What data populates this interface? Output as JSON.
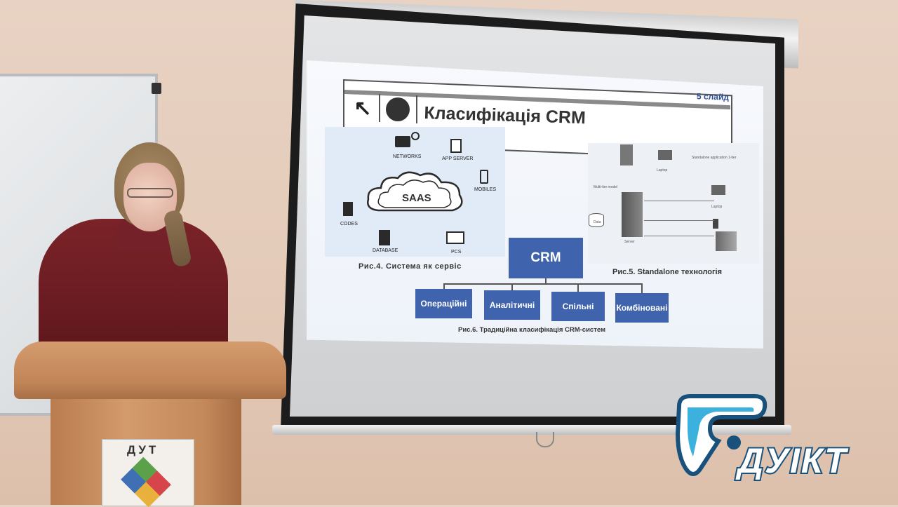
{
  "slide": {
    "title": "Класифікація CRM",
    "slide_number": "5 слайд",
    "nav_arrow": "↖"
  },
  "saas_diagram": {
    "cloud_label": "SAAS",
    "nodes": [
      "NETWORKS",
      "APP SERVER",
      "MOBILES",
      "PCS",
      "DATABASE",
      "CODES"
    ],
    "caption": "Рис.4. Система як сервіс"
  },
  "standalone_diagram": {
    "labels": [
      "Laptop",
      "Standalone application 1-tier",
      "Multi-tier model",
      "Laptop",
      "Data",
      "Server"
    ],
    "caption": "Рис.5. Standalone технологія"
  },
  "classification": {
    "root": "CRM",
    "children": [
      "Операційні",
      "Аналітичні",
      "Спільні",
      "Комбіновані"
    ],
    "caption": "Рис.6. Традиційна класифікація CRM-систем"
  },
  "podium_sign": {
    "text": "ДУТ"
  },
  "watermark": {
    "text": "ДУІКТ"
  },
  "colors": {
    "crm_box": "#3f64ad",
    "slide_number": "#2c4d9a",
    "logo_outline": "#17517c",
    "logo_accent": "#1aa3d8"
  }
}
